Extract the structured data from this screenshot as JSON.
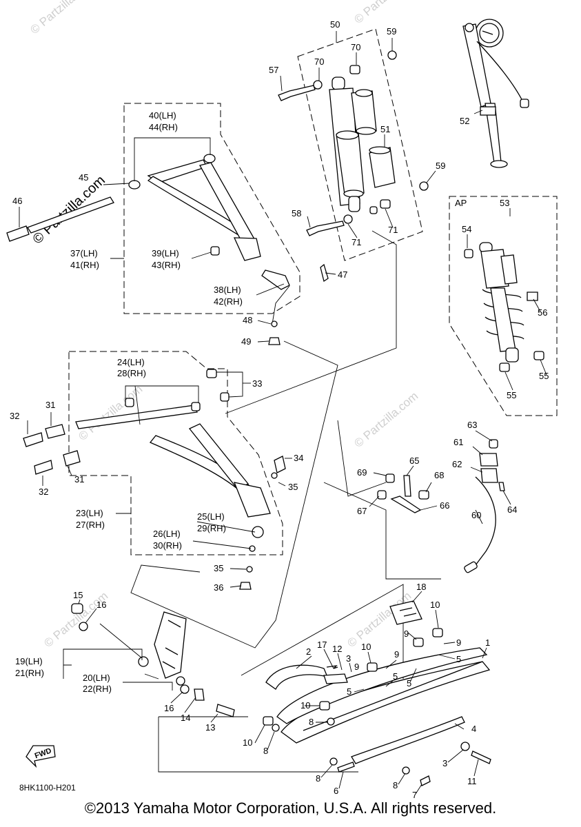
{
  "watermark": {
    "brand": "© Partzilla.com",
    "faint": "© Partzilla.com"
  },
  "diagram_code": "8HK1100-H201",
  "fwd_badge": "FWD",
  "ap_box_label": "AP",
  "copyright": "©2013 Yamaha Motor Corporation, U.S.A. All rights reserved.",
  "callouts": [
    {
      "id": "c50",
      "text": "50"
    },
    {
      "id": "c59a",
      "text": "59"
    },
    {
      "id": "c70a",
      "text": "70"
    },
    {
      "id": "c70b",
      "text": "70"
    },
    {
      "id": "c57",
      "text": "57"
    },
    {
      "id": "c51",
      "text": "51"
    },
    {
      "id": "c59b",
      "text": "59"
    },
    {
      "id": "c58",
      "text": "58"
    },
    {
      "id": "c71a",
      "text": "71"
    },
    {
      "id": "c71b",
      "text": "71"
    },
    {
      "id": "c52",
      "text": "52"
    },
    {
      "id": "c53",
      "text": "53"
    },
    {
      "id": "c54",
      "text": "54"
    },
    {
      "id": "c56",
      "text": "56"
    },
    {
      "id": "c55a",
      "text": "55"
    },
    {
      "id": "c55b",
      "text": "55"
    },
    {
      "id": "c40",
      "text": "40(LH)"
    },
    {
      "id": "c44",
      "text": "44(RH)"
    },
    {
      "id": "c45",
      "text": "45"
    },
    {
      "id": "c46",
      "text": "46"
    },
    {
      "id": "c37",
      "text": "37(LH)"
    },
    {
      "id": "c41",
      "text": "41(RH)"
    },
    {
      "id": "c39",
      "text": "39(LH)"
    },
    {
      "id": "c43",
      "text": "43(RH)"
    },
    {
      "id": "c47",
      "text": "47"
    },
    {
      "id": "c38",
      "text": "38(LH)"
    },
    {
      "id": "c42",
      "text": "42(RH)"
    },
    {
      "id": "c48",
      "text": "48"
    },
    {
      "id": "c49",
      "text": "49"
    },
    {
      "id": "c24",
      "text": "24(LH)"
    },
    {
      "id": "c28",
      "text": "28(RH)"
    },
    {
      "id": "c33",
      "text": "33"
    },
    {
      "id": "c31a",
      "text": "31"
    },
    {
      "id": "c32a",
      "text": "32"
    },
    {
      "id": "c31b",
      "text": "31"
    },
    {
      "id": "c32b",
      "text": "32"
    },
    {
      "id": "c34",
      "text": "34"
    },
    {
      "id": "c35a",
      "text": "35"
    },
    {
      "id": "c23",
      "text": "23(LH)"
    },
    {
      "id": "c27",
      "text": "27(RH)"
    },
    {
      "id": "c25",
      "text": "25(LH)"
    },
    {
      "id": "c29",
      "text": "29(RH)"
    },
    {
      "id": "c26",
      "text": "26(LH)"
    },
    {
      "id": "c30",
      "text": "30(RH)"
    },
    {
      "id": "c35b",
      "text": "35"
    },
    {
      "id": "c36",
      "text": "36"
    },
    {
      "id": "c63",
      "text": "63"
    },
    {
      "id": "c61",
      "text": "61"
    },
    {
      "id": "c65",
      "text": "65"
    },
    {
      "id": "c62",
      "text": "62"
    },
    {
      "id": "c69",
      "text": "69"
    },
    {
      "id": "c68",
      "text": "68"
    },
    {
      "id": "c64",
      "text": "64"
    },
    {
      "id": "c67",
      "text": "67"
    },
    {
      "id": "c66",
      "text": "66"
    },
    {
      "id": "c60",
      "text": "60"
    },
    {
      "id": "c15",
      "text": "15"
    },
    {
      "id": "c16a",
      "text": "16"
    },
    {
      "id": "c18",
      "text": "18"
    },
    {
      "id": "c10a",
      "text": "10"
    },
    {
      "id": "c9a",
      "text": "9"
    },
    {
      "id": "c9b",
      "text": "9"
    },
    {
      "id": "c5a",
      "text": "5"
    },
    {
      "id": "c1",
      "text": "1"
    },
    {
      "id": "c19",
      "text": "19(LH)"
    },
    {
      "id": "c21",
      "text": "21(RH)"
    },
    {
      "id": "c17",
      "text": "17"
    },
    {
      "id": "c12",
      "text": "12"
    },
    {
      "id": "c2",
      "text": "2"
    },
    {
      "id": "c3a",
      "text": "3"
    },
    {
      "id": "c10b",
      "text": "10"
    },
    {
      "id": "c9c",
      "text": "9"
    },
    {
      "id": "c9d",
      "text": "9"
    },
    {
      "id": "c5b",
      "text": "5"
    },
    {
      "id": "c20",
      "text": "20(LH)"
    },
    {
      "id": "c22",
      "text": "22(RH)"
    },
    {
      "id": "c5c",
      "text": "5"
    },
    {
      "id": "c5d",
      "text": "5"
    },
    {
      "id": "c16b",
      "text": "16"
    },
    {
      "id": "c14",
      "text": "14"
    },
    {
      "id": "c13",
      "text": "13"
    },
    {
      "id": "c10c",
      "text": "10"
    },
    {
      "id": "c8a",
      "text": "8"
    },
    {
      "id": "c4",
      "text": "4"
    },
    {
      "id": "c10d",
      "text": "10"
    },
    {
      "id": "c8b",
      "text": "8"
    },
    {
      "id": "c3b",
      "text": "3"
    },
    {
      "id": "c11",
      "text": "11"
    },
    {
      "id": "c8c",
      "text": "8"
    },
    {
      "id": "c6",
      "text": "6"
    },
    {
      "id": "c8d",
      "text": "8"
    },
    {
      "id": "c7",
      "text": "7"
    }
  ]
}
